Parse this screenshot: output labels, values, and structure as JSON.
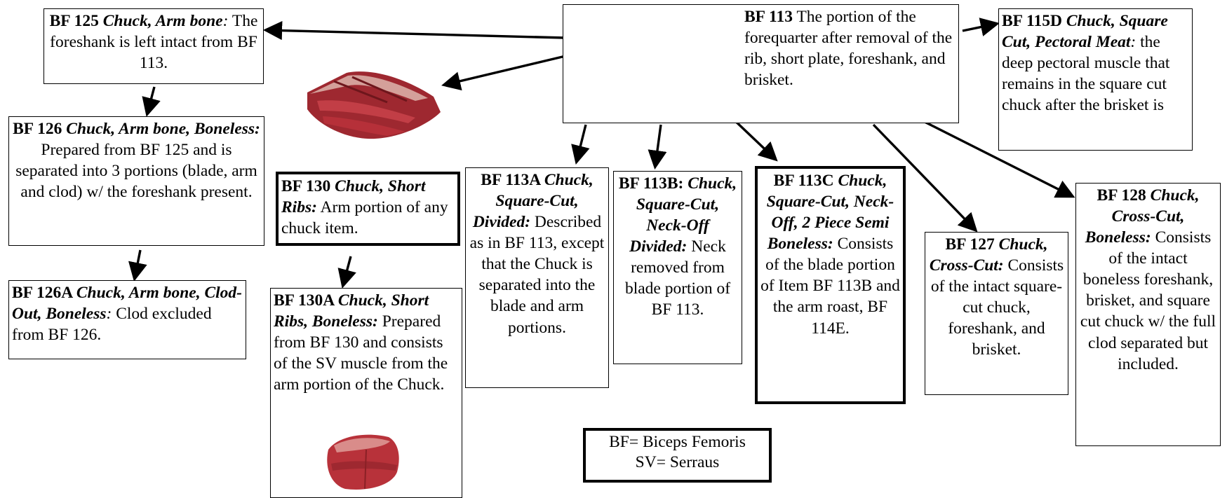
{
  "boxes": {
    "bf113": {
      "code": "BF 113",
      "desc": " The portion of the forequarter after removal of the rib, short plate, foreshank, and brisket."
    },
    "bf125": {
      "code": "BF 125 ",
      "name": "Chuck, Arm bone",
      "colon": ":",
      "desc": " The foreshank is left intact from BF 113."
    },
    "bf126": {
      "code": "BF 126 ",
      "name": "Chuck, Arm bone, Boneless:",
      "desc": " Prepared from BF 125 and is separated into 3 portions (blade, arm and clod) w/ the foreshank present."
    },
    "bf126a": {
      "code": "BF 126A ",
      "name": "Chuck, Arm bone, Clod-Out, Boneless",
      "colon": ":",
      "desc": " Clod excluded from BF 126."
    },
    "bf130": {
      "code": "BF 130 ",
      "name": "Chuck, Short Ribs:",
      "desc": " Arm portion of any chuck item."
    },
    "bf130a": {
      "code": "BF 130A ",
      "name": "Chuck, Short Ribs, Boneless:",
      "desc": " Prepared from BF 130 and consists of the SV muscle from the arm portion of the Chuck."
    },
    "bf113a": {
      "code": "BF 113A ",
      "name": "Chuck, Square-Cut, Divided:",
      "desc": " Described as in BF 113, except that the Chuck is separated into the blade and arm portions."
    },
    "bf113b": {
      "code": "BF 113B: ",
      "name": "Chuck, Square-Cut, Neck-Off Divided:",
      "desc": " Neck removed from blade portion of BF 113."
    },
    "bf113c": {
      "code": "BF 113C ",
      "name": "Chuck, Square-Cut, Neck-Off, 2 Piece Semi Boneless:",
      "desc": " Consists of the blade portion of Item BF 113B and the arm roast, BF 114E."
    },
    "bf127": {
      "code": "BF 127 ",
      "name": "Chuck, Cross-Cut:",
      "desc": " Consists of the intact square-cut chuck, foreshank, and brisket."
    },
    "bf128": {
      "code": "BF 128 ",
      "name": "Chuck, Cross-Cut, Boneless:",
      "desc": " Consists of the intact boneless foreshank, brisket, and square cut chuck w/ the full clod separated but included."
    },
    "bf115d": {
      "code": "BF 115D ",
      "name": "Chuck, Square Cut, Pectoral Meat",
      "colon": ":",
      "desc": " the deep pectoral muscle that remains in the square cut chuck after the brisket is"
    }
  },
  "legend": {
    "line1": "BF= Biceps Femoris",
    "line2": "SV= Serraus"
  },
  "colors": {
    "meat": "#b8323a",
    "meat_dark": "#7e1f24",
    "fat": "#f1e2dd",
    "photo_bg": "#000000"
  }
}
